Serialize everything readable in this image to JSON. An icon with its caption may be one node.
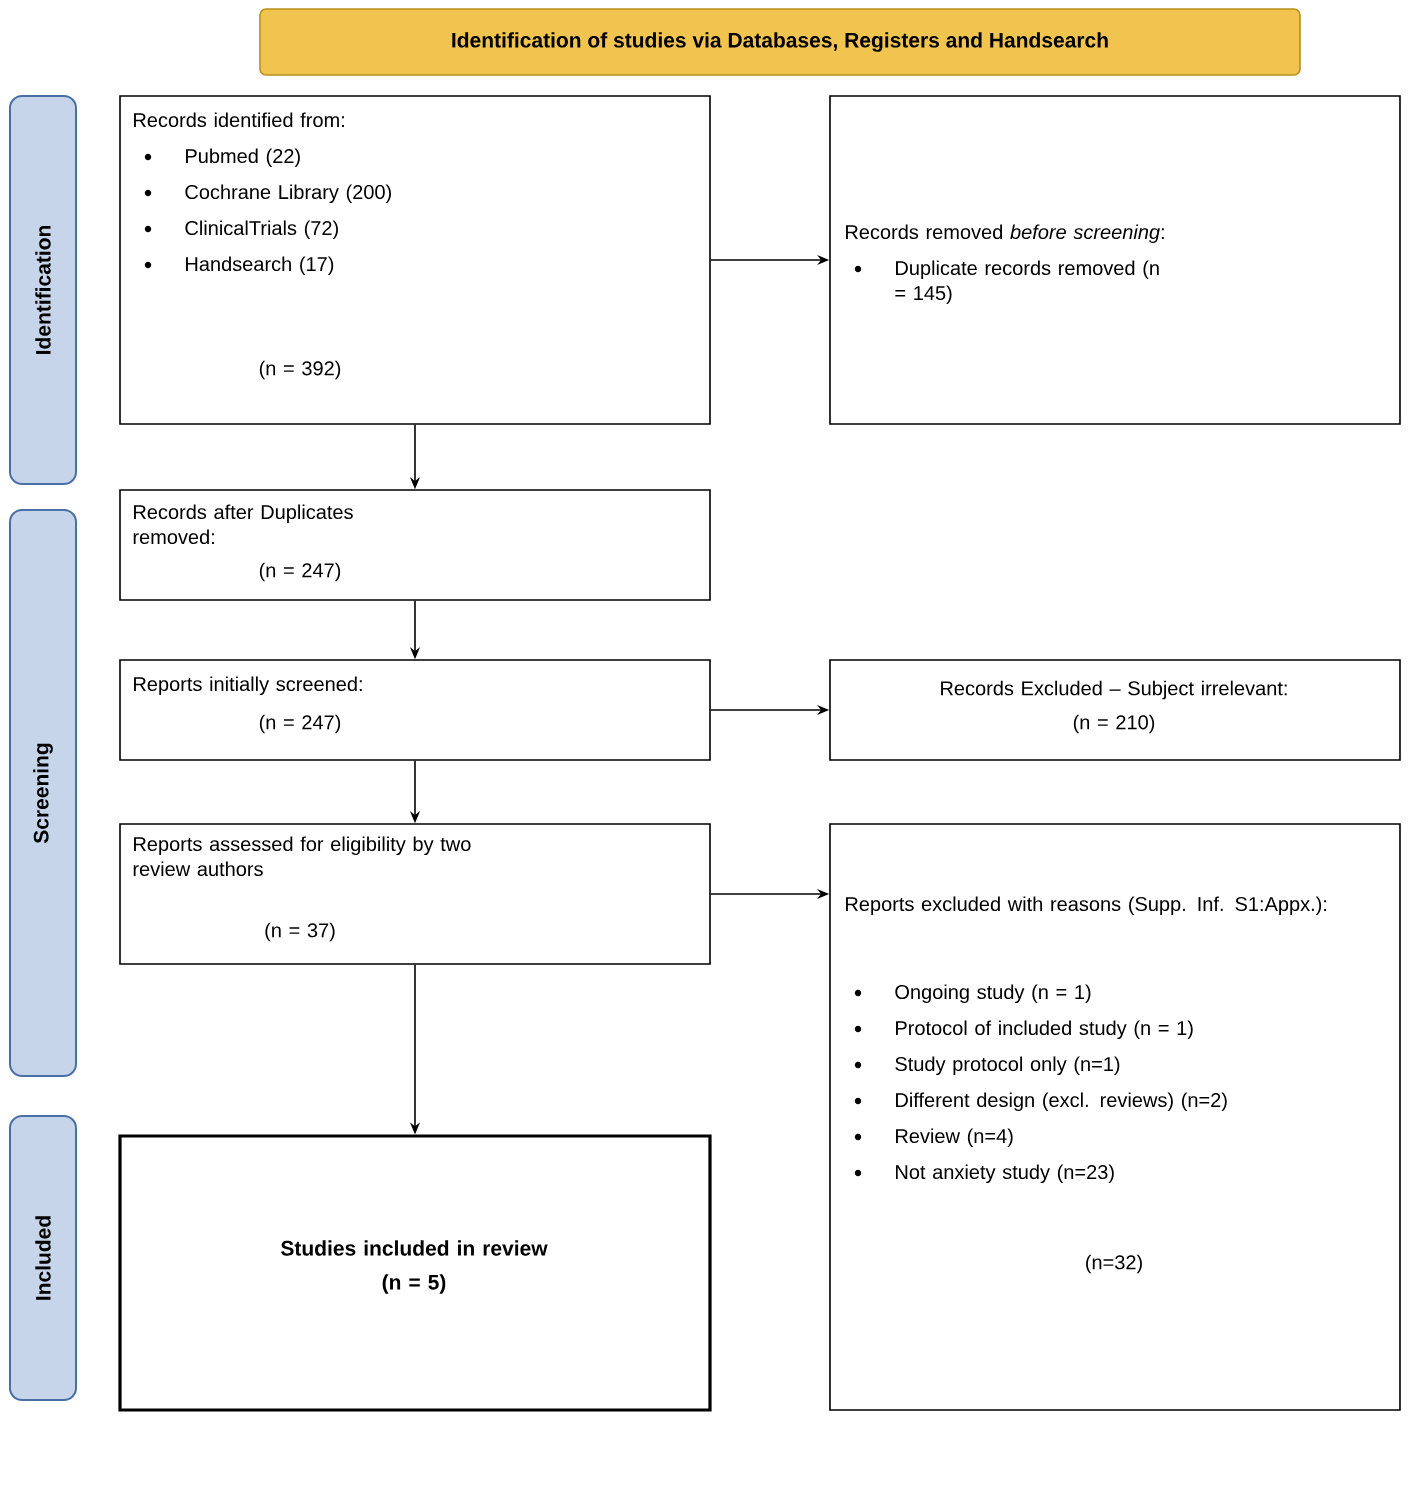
{
  "diagram": {
    "title": "Identification of studies via Databases, Registers and Handsearch",
    "nodes": [
      {
        "text": [
          "Identification"
        ]
      },
      {
        "text": [
          "Records identified from:",
          "Pubmed (22)",
          "Cochrane Library (200)",
          "ClinicalTrials (72)",
          "Handsearch (17)",
          "(n = 392)"
        ]
      },
      {
        "text": [
          "Records removed *before screening*:",
          "Duplicate records removed (n = 145)"
        ]
      },
      {
        "text": [
          "Screening"
        ]
      },
      {
        "text": [
          "Records after Duplicates removed:",
          "(n = 247)"
        ]
      },
      {
        "text": [
          "Reports initially screened:",
          "(n = 247)"
        ]
      },
      {
        "text": [
          "Records Excluded – Subject irrelevant:",
          "(n = 210)"
        ]
      },
      {
        "text": [
          "Reports assessed for eligibility by two review authors",
          "(n = 37)"
        ]
      },
      {
        "text": [
          "Reports excluded with reasons (Supp. Inf. S1:Appx.):",
          "Ongoing study (n = 1)",
          "Protocol of included study (n = 1)",
          "Study protocol only (n=1)",
          "Different design (excl. reviews) (n=2)",
          "Review (n=4)",
          "Not anxiety study (n=23)",
          "(n=32)"
        ]
      },
      {
        "text": [
          "Included"
        ]
      },
      {
        "text": [
          "Studies included in review",
          "(n = 5)"
        ]
      }
    ],
    "edges": [
      {
        "from": 1,
        "to": 2,
        "arrow": "to"
      },
      {
        "from": 1,
        "to": 4,
        "arrow": "to"
      },
      {
        "from": 4,
        "to": 5,
        "arrow": "to"
      },
      {
        "from": 5,
        "to": 6,
        "arrow": "to"
      },
      {
        "from": 5,
        "to": 7,
        "arrow": "to"
      },
      {
        "from": 7,
        "to": 8,
        "arrow": "to"
      },
      {
        "from": 7,
        "to": 10,
        "arrow": "to"
      }
    ]
  }
}
